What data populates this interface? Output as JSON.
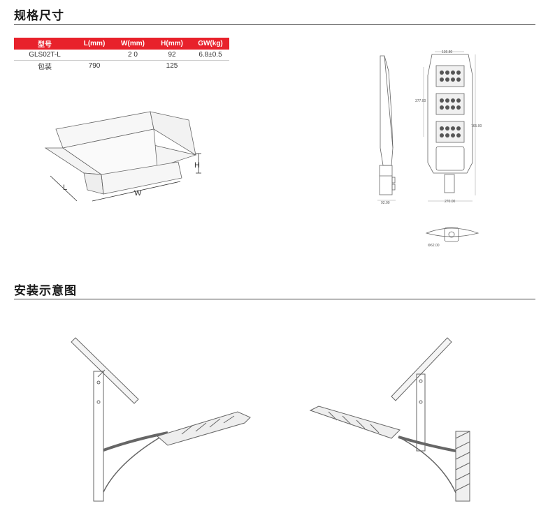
{
  "sections": {
    "spec_title": "规格尺寸",
    "install_title": "安装示意图"
  },
  "spec_table": {
    "headers": [
      "型号",
      "L(mm)",
      "W(mm)",
      "H(mm)",
      "GW(kg)"
    ],
    "rows": [
      [
        "GLS02T-L",
        "",
        "2 0",
        "92",
        "6.8±0.5"
      ],
      [
        "包装",
        "790",
        "",
        "125",
        ""
      ]
    ]
  },
  "box_diagram": {
    "label_h": "H",
    "label_l": "L",
    "label_w": "W"
  },
  "drawing_dims": {
    "top_width": "136.80",
    "module_height": "377.00",
    "total_length": "765.00",
    "side_width": "92.00",
    "base_width": "270.00",
    "pole_diameter": "Φ62.00"
  },
  "colors": {
    "accent": "#e8212b",
    "line": "#555555"
  }
}
